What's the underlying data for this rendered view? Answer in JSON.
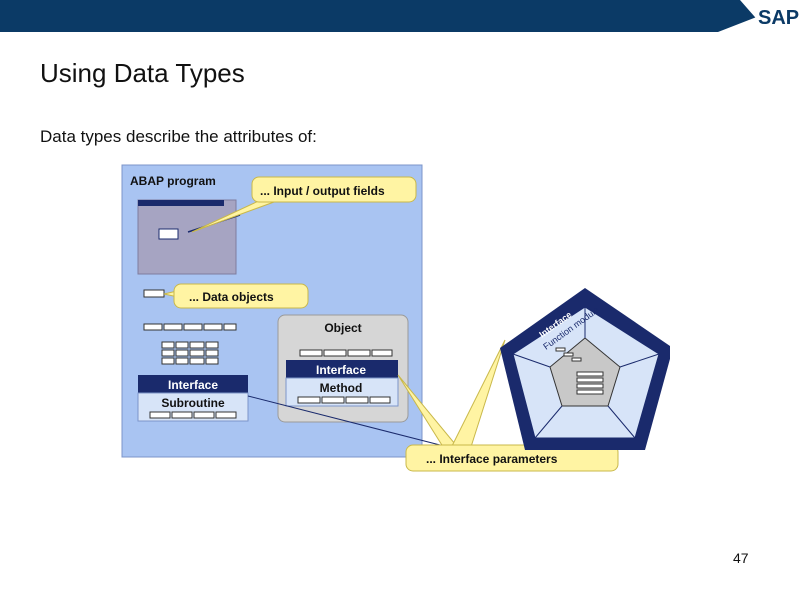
{
  "header": {
    "logo_text": "SAP",
    "bar_color": "#0b3a66"
  },
  "slide": {
    "title": "Using Data Types",
    "subtitle": "Data types describe the attributes of:",
    "page_number": "47"
  },
  "diagram": {
    "program_label": "ABAP program",
    "callout_io": "... Input / output fields",
    "callout_data": "... Data objects",
    "object_label": "Object",
    "object_interface": "Interface",
    "object_method": "Method",
    "subroutine_interface": "Interface",
    "subroutine_label": "Subroutine",
    "callout_params": "... Interface parameters",
    "pentagon_interface": "Interface",
    "pentagon_function_module": "Function module",
    "colors": {
      "program_bg": "#a9c4f2",
      "navy": "#1a2a6c",
      "callout": "#fff4a3",
      "object_bg": "#d6d6d6",
      "screen_bg": "#a6a4c2"
    }
  }
}
